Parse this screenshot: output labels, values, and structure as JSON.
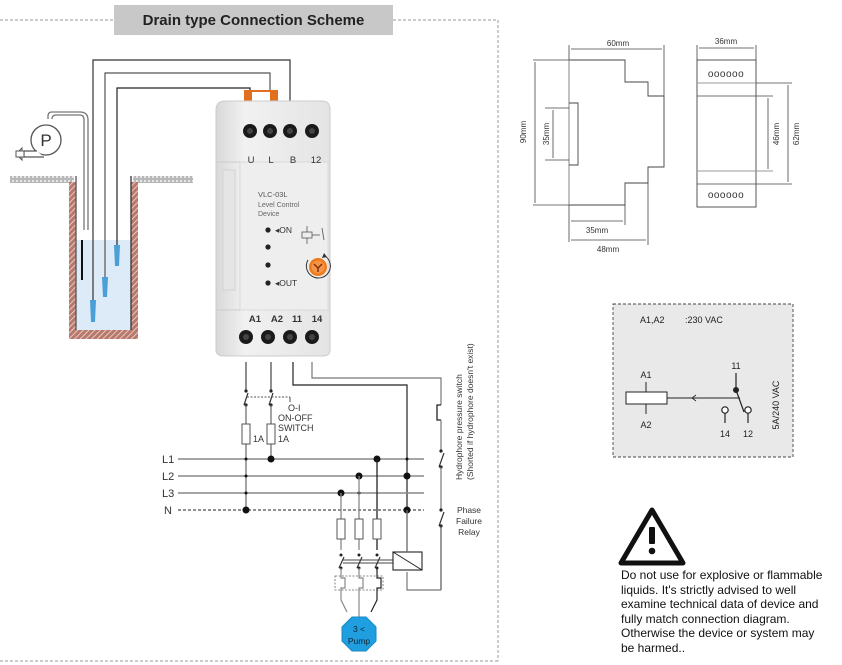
{
  "title": "Drain type Connection Scheme",
  "pump_symbol": {
    "label": "P"
  },
  "device": {
    "model": "VLC-03L",
    "name_line1": "Level Control",
    "name_line2": "Device",
    "top_terminals": [
      "U",
      "L",
      "B",
      "12"
    ],
    "bottom_terminals": [
      "A1",
      "A2",
      "11",
      "14"
    ],
    "led_on": "◂ON",
    "led_out": "◂OUT"
  },
  "wiring": {
    "lines": [
      "L1",
      "L2",
      "L3",
      "N"
    ],
    "switch_label": [
      "O-I",
      "ON-OFF",
      "SWITCH"
    ],
    "fuse_1": "1A",
    "fuse_2": "1A",
    "hydrophore_line1": "Hydrophore pressure switch",
    "hydrophore_line2": "(Shorted if hydrophore doesn't exist)",
    "phase_failure": [
      "Phase",
      "Failure",
      "Relay"
    ],
    "motor_line1": "3 <",
    "motor_line2": "Pump"
  },
  "dimensions_side": {
    "width_top": "60mm",
    "height": "90mm",
    "rail": "35mm",
    "depth_inner": "35mm",
    "depth_outer": "48mm"
  },
  "dimensions_front": {
    "width": "36mm",
    "inner_height": "46mm",
    "outer_height": "62mm",
    "terminal_holes": "oooooo"
  },
  "schematic": {
    "supply_label": "A1,A2",
    "supply_value": ":230 VAC",
    "coil_top": "A1",
    "coil_bottom": "A2",
    "contact_common": "11",
    "contact_no": "14",
    "contact_nc": "12",
    "contact_rating": "5A/240 VAC"
  },
  "warning": {
    "icon": "warning-triangle-icon",
    "text": "Do not use for explosive or flammable liquids. It's strictly advised to well examine technical data of device and fully match connection diagram. Otherwise the device or system may be harmed.."
  },
  "colors": {
    "title_bg": "#c8c8c8",
    "terminal_tab": "#e07020",
    "knob": "#f07a1a",
    "probe": "#4a9fd8",
    "water": "#dcebf7",
    "pump_motor": "#1f9fe0",
    "schematic_bg": "#e9e9e9",
    "wall": "#a9665a"
  }
}
